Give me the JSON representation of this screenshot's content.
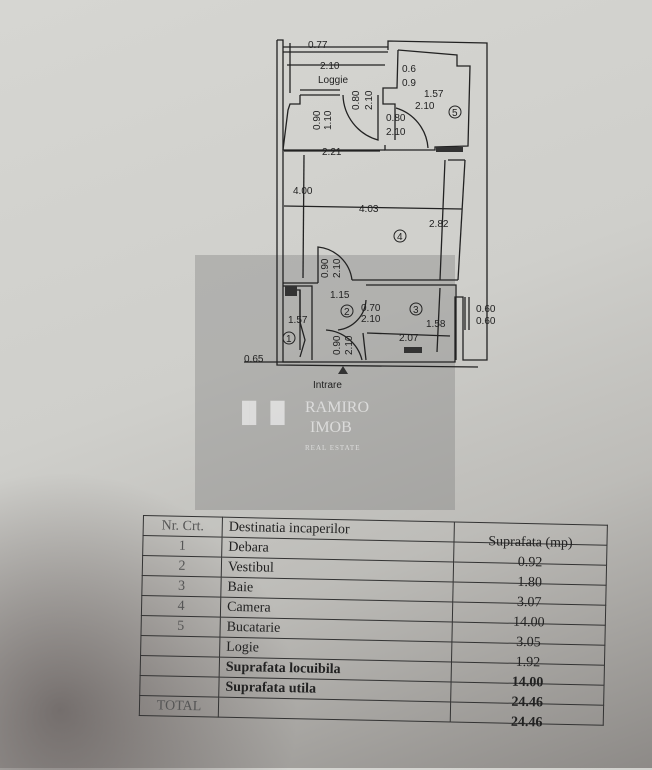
{
  "floor_plan": {
    "dimensions": [
      "0.77",
      "2.10",
      "0.6",
      "0.9",
      "1.57",
      "2.10",
      "0.80",
      "2.10",
      "0.90",
      "1.10",
      "0.80",
      "2.10",
      "2.21",
      "4.00",
      "4.03",
      "2.82",
      "0.90",
      "2.10",
      "1.15",
      "0.70",
      "2.10",
      "1.58",
      "0.60",
      "0.60",
      "1.57",
      "2.07",
      "0.90",
      "2.10",
      "0.65"
    ],
    "labels": {
      "loggia": "Loggie",
      "entrance": "Intrare"
    },
    "room_numbers": [
      "1",
      "2",
      "3",
      "4",
      "5"
    ]
  },
  "watermark": {
    "line1": "RAMIRO",
    "line2": "IMOB",
    "line3": "REAL ESTATE"
  },
  "table": {
    "headers": {
      "nr": "Nr. Crt.",
      "name": "Destinatia incaperilor",
      "area": "Suprafata (mp)"
    },
    "rows": [
      {
        "nr": "1",
        "name": "Debara",
        "area": "0.92"
      },
      {
        "nr": "2",
        "name": "Vestibul",
        "area": "1.80"
      },
      {
        "nr": "3",
        "name": "Baie",
        "area": "3.07"
      },
      {
        "nr": "4",
        "name": "Camera",
        "area": "14.00"
      },
      {
        "nr": "5",
        "name": "Bucatarie",
        "area": "3.05"
      },
      {
        "nr": "",
        "name": "Logie",
        "area": "1.92"
      },
      {
        "nr": "",
        "name": "Suprafata locuibila",
        "area": "14.00"
      },
      {
        "nr": "",
        "name": "Suprafata utila",
        "area": "24.46"
      },
      {
        "nr": "TOTAL",
        "name": "",
        "area": "24.46"
      }
    ]
  }
}
